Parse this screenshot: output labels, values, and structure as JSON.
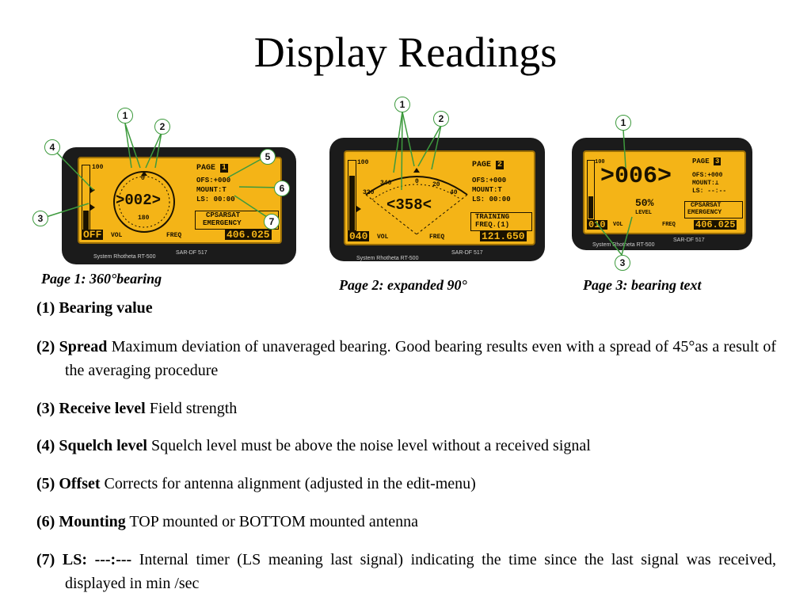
{
  "title": "Display Readings",
  "panels": [
    {
      "caption": "Page 1: 360°bearing",
      "page_label": "PAGE",
      "page_num": "1",
      "ofs": "OFS:+000",
      "mount": "MOUNT:T",
      "ls": "LS: 00:00",
      "scale_top": "100",
      "bearing": ">002>",
      "dial_top": "0",
      "dial_bottom": "180",
      "mode_line1": "CPSARSAT",
      "mode_line2": "EMERGENCY",
      "vol_value": "OFF",
      "vol_label": "VOL",
      "freq_label": "FREQ",
      "freq_value": "406.025",
      "bezel_left": "System Rhotheta RT-500",
      "bezel_right": "SAR-DF 517",
      "callouts": [
        "1",
        "2",
        "3",
        "4",
        "5",
        "6",
        "7"
      ]
    },
    {
      "caption": "Page 2: expanded 90°",
      "page_label": "PAGE",
      "page_num": "2",
      "ofs": "OFS:+000",
      "mount": "MOUNT:T",
      "ls": "LS: 00:00",
      "scale_top": "100",
      "bearing": "<358<",
      "arc_labels": [
        "340",
        "320",
        "0",
        "20",
        "40"
      ],
      "mode_line1": "TRAINING",
      "mode_line2": "FREQ.(1)",
      "vol_value": "040",
      "vol_label": "VOL",
      "freq_label": "FREQ",
      "freq_value": "121.650",
      "bezel_left": "System Rhotheta RT-500",
      "bezel_right": "SAR-DF 517",
      "callouts": [
        "1",
        "2"
      ]
    },
    {
      "caption": "Page 3: bearing text",
      "page_label": "PAGE",
      "page_num": "3",
      "ofs": "OFS:+000",
      "mount": "MOUNT:⊥",
      "ls": "LS: --:--",
      "scale_top": "100",
      "bearing": ">006>",
      "level_value": "50%",
      "level_label": "LEVEL",
      "mode_line1": "CPSARSAT",
      "mode_line2": "EMERGENCY",
      "vol_value": "010",
      "vol_label": "VOL",
      "freq_label": "FREQ",
      "freq_value": "406.025",
      "bezel_left": "System Rhotheta RT-500",
      "bezel_right": "SAR-DF 517",
      "callouts": [
        "1",
        "3"
      ]
    }
  ],
  "definitions": [
    {
      "label": "(1) Bearing value",
      "text": ""
    },
    {
      "label": "(2) Spread",
      "text": " Maximum deviation of unaveraged bearing. Good bearing results even with a spread of 45°as a result of the averaging procedure"
    },
    {
      "label": "(3) Receive level",
      "text": " Field strength"
    },
    {
      "label": "(4) Squelch level",
      "text": " Squelch level must be above the noise level without a received signal"
    },
    {
      "label": "(5) Offset",
      "text": " Corrects for antenna alignment (adjusted in the edit-menu)"
    },
    {
      "label": "(6) Mounting",
      "text": " TOP mounted or BOTTOM mounted antenna"
    },
    {
      "label": "(7) LS: ---:---",
      "text": " Internal timer (LS meaning last signal) indicating the time since the last signal was received, displayed in min /sec"
    }
  ],
  "colors": {
    "lcd_background": "#f4b417",
    "lcd_ink": "#1a1200",
    "callout_line": "#3d9a3d",
    "bezel": "#1b1b1b"
  }
}
